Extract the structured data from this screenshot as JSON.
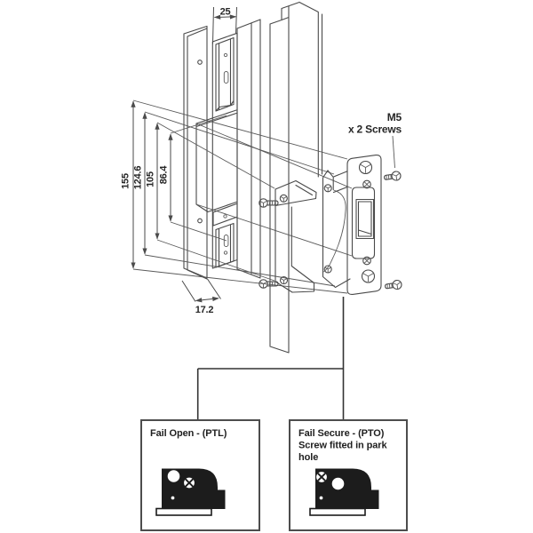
{
  "diagram": {
    "type": "electric-strike-installation-drawing",
    "dimensions": {
      "top_width": "25",
      "total_height": "155",
      "dim_124_6": "124.6",
      "dim_105": "105",
      "dim_86_4": "86.4",
      "frame_depth": "17.2"
    },
    "screw_label": {
      "line1": "M5",
      "line2": "x 2 Screws"
    },
    "callouts": [
      {
        "title_lines": [
          "Fail Open - (PTL)"
        ]
      },
      {
        "title_lines": [
          "Fail Secure - (PTO)",
          "Screw fitted in park",
          "hole"
        ]
      }
    ],
    "colors": {
      "line": "#4a4a4a",
      "icon_fill": "#1c1c1c",
      "text": "#262626",
      "box_border": "#4d4d4d",
      "background": "#ffffff"
    }
  }
}
